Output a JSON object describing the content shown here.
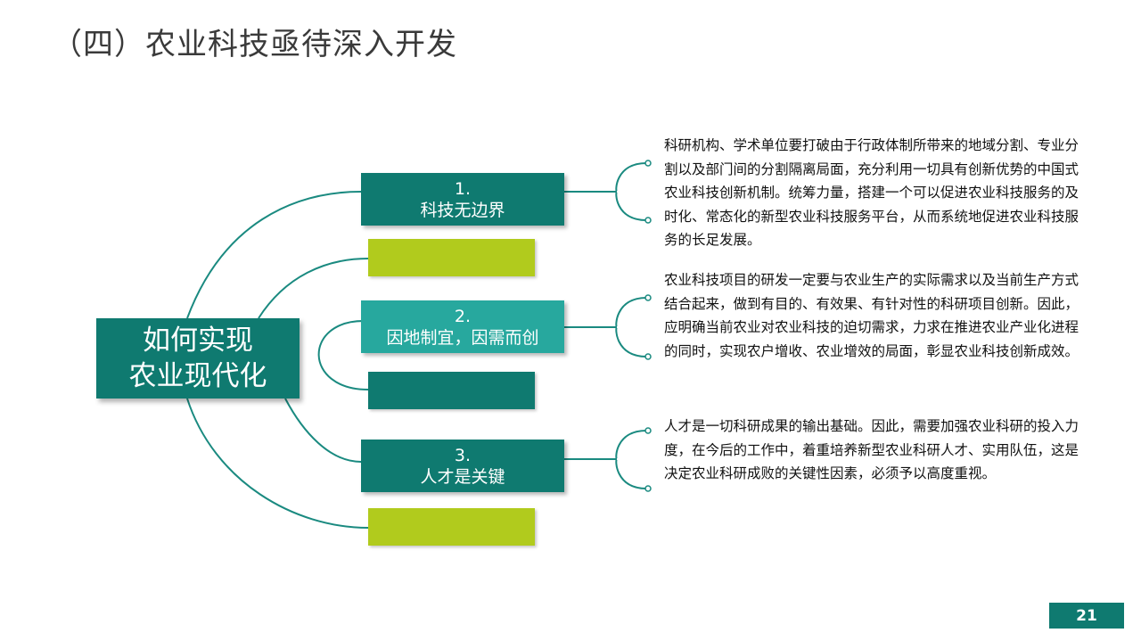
{
  "title": "（四）农业科技亟待深入开发",
  "center": {
    "line1": "如何实现",
    "line2": "农业现代化"
  },
  "items": [
    {
      "number": "1.",
      "label": "科技无边界",
      "description": "科研机构、学术单位要打破由于行政体制所带来的地域分割、专业分割以及部门间的分割隔离局面，充分利用一切具有创新优势的中国式农业科技创新机制。统筹力量，搭建一个可以促进农业科技服务的及时化、常态化的新型农业科技服务平台，从而系统地促进农业科技服务的长足发展。"
    },
    {
      "number": "2.",
      "label": "因地制宜，因需而创",
      "description": "农业科技项目的研发一定要与农业生产的实际需求以及当前生产方式结合起来，做到有目的、有效果、有针对性的科研项目创新。因此，应明确当前农业对农业科技的迫切需求，力求在推进农业产业化进程的同时，实现农户增收、农业增效的局面，彰显农业科技创新成效。"
    },
    {
      "number": "3.",
      "label": "人才是关键",
      "description": "人才是一切科研成果的输出基础。因此，需要加强农业科研的投入力度，在今后的工作中，着重培养新型农业科研人才、实用队伍，这是决定农业科研成败的关键性因素，必须予以高度重视。"
    }
  ],
  "page_number": "21",
  "colors": {
    "dark_teal": "#0f7a70",
    "light_teal": "#27a89e",
    "lime": "#b1cb1d",
    "connector": "#1a8a80"
  }
}
